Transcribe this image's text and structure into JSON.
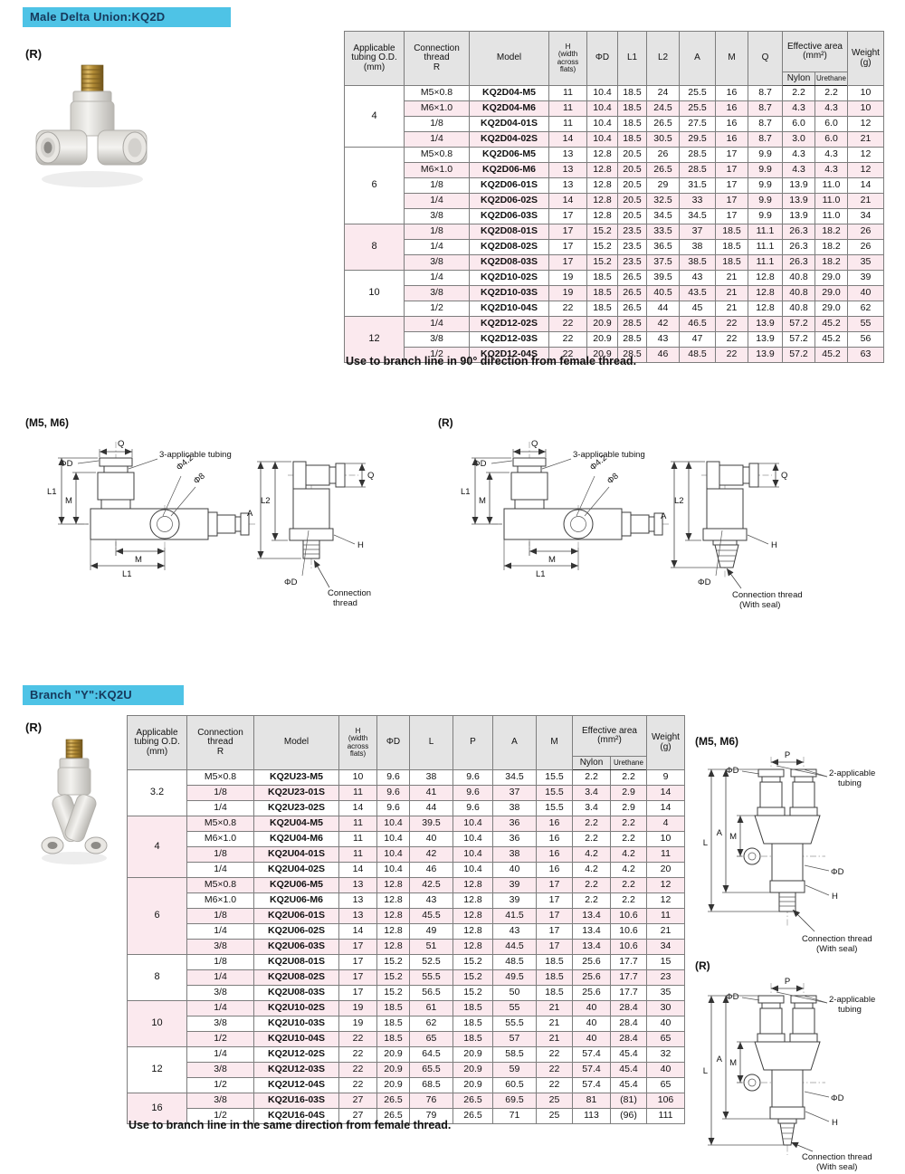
{
  "colors": {
    "title_bar": "#4ec3e6",
    "title_text": "#16395c",
    "header_bg": "#e4e4e4",
    "alt_row": "#fbe9ee"
  },
  "section1": {
    "title": "Male Delta Union:KQ2D",
    "variant_label": "(R)",
    "note": "Use to branch line in 90° direction from female thread.",
    "table": {
      "headers": {
        "tubing": "Applicable\ntubing O.D.\n(mm)",
        "thread": "Connection\nthread\nR",
        "model": "Model",
        "h": "H\n(width\nacross\nflats)",
        "phiD": "ΦD",
        "l1": "L1",
        "l2": "L2",
        "a": "A",
        "m": "M",
        "q": "Q",
        "area": "Effective area\n(mm²)",
        "nylon": "Nylon",
        "urethane": "Urethane",
        "weight": "Weight\n(g)"
      },
      "groups": [
        {
          "od": "4",
          "rows": [
            [
              "M5×0.8",
              "KQ2D04-M5",
              "11",
              "10.4",
              "18.5",
              "24",
              "25.5",
              "16",
              "8.7",
              "2.2",
              "2.2",
              "10"
            ],
            [
              "M6×1.0",
              "KQ2D04-M6",
              "11",
              "10.4",
              "18.5",
              "24.5",
              "25.5",
              "16",
              "8.7",
              "4.3",
              "4.3",
              "10"
            ],
            [
              "1/8",
              "KQ2D04-01S",
              "11",
              "10.4",
              "18.5",
              "26.5",
              "27.5",
              "16",
              "8.7",
              "6.0",
              "6.0",
              "12"
            ],
            [
              "1/4",
              "KQ2D04-02S",
              "14",
              "10.4",
              "18.5",
              "30.5",
              "29.5",
              "16",
              "8.7",
              "3.0",
              "6.0",
              "21"
            ]
          ]
        },
        {
          "od": "6",
          "rows": [
            [
              "M5×0.8",
              "KQ2D06-M5",
              "13",
              "12.8",
              "20.5",
              "26",
              "28.5",
              "17",
              "9.9",
              "4.3",
              "4.3",
              "12"
            ],
            [
              "M6×1.0",
              "KQ2D06-M6",
              "13",
              "12.8",
              "20.5",
              "26.5",
              "28.5",
              "17",
              "9.9",
              "4.3",
              "4.3",
              "12"
            ],
            [
              "1/8",
              "KQ2D06-01S",
              "13",
              "12.8",
              "20.5",
              "29",
              "31.5",
              "17",
              "9.9",
              "13.9",
              "11.0",
              "14"
            ],
            [
              "1/4",
              "KQ2D06-02S",
              "14",
              "12.8",
              "20.5",
              "32.5",
              "33",
              "17",
              "9.9",
              "13.9",
              "11.0",
              "21"
            ],
            [
              "3/8",
              "KQ2D06-03S",
              "17",
              "12.8",
              "20.5",
              "34.5",
              "34.5",
              "17",
              "9.9",
              "13.9",
              "11.0",
              "34"
            ]
          ]
        },
        {
          "od": "8",
          "rows": [
            [
              "1/8",
              "KQ2D08-01S",
              "17",
              "15.2",
              "23.5",
              "33.5",
              "37",
              "18.5",
              "11.1",
              "26.3",
              "18.2",
              "26"
            ],
            [
              "1/4",
              "KQ2D08-02S",
              "17",
              "15.2",
              "23.5",
              "36.5",
              "38",
              "18.5",
              "11.1",
              "26.3",
              "18.2",
              "26"
            ],
            [
              "3/8",
              "KQ2D08-03S",
              "17",
              "15.2",
              "23.5",
              "37.5",
              "38.5",
              "18.5",
              "11.1",
              "26.3",
              "18.2",
              "35"
            ]
          ]
        },
        {
          "od": "10",
          "rows": [
            [
              "1/4",
              "KQ2D10-02S",
              "19",
              "18.5",
              "26.5",
              "39.5",
              "43",
              "21",
              "12.8",
              "40.8",
              "29.0",
              "39"
            ],
            [
              "3/8",
              "KQ2D10-03S",
              "19",
              "18.5",
              "26.5",
              "40.5",
              "43.5",
              "21",
              "12.8",
              "40.8",
              "29.0",
              "40"
            ],
            [
              "1/2",
              "KQ2D10-04S",
              "22",
              "18.5",
              "26.5",
              "44",
              "45",
              "21",
              "12.8",
              "40.8",
              "29.0",
              "62"
            ]
          ]
        },
        {
          "od": "12",
          "rows": [
            [
              "1/4",
              "KQ2D12-02S",
              "22",
              "20.9",
              "28.5",
              "42",
              "46.5",
              "22",
              "13.9",
              "57.2",
              "45.2",
              "55"
            ],
            [
              "3/8",
              "KQ2D12-03S",
              "22",
              "20.9",
              "28.5",
              "43",
              "47",
              "22",
              "13.9",
              "57.2",
              "45.2",
              "56"
            ],
            [
              "1/2",
              "KQ2D12-04S",
              "22",
              "20.9",
              "28.5",
              "46",
              "48.5",
              "22",
              "13.9",
              "57.2",
              "45.2",
              "63"
            ]
          ]
        }
      ]
    },
    "diagrams": {
      "m5_label": "(M5, M6)",
      "r_label": "(R)",
      "labels": {
        "q": "Q",
        "tubing3": "3-applicable tubing",
        "phiD": "ΦD",
        "phi8": "Φ8",
        "phi42": "Φ4.2",
        "l1": "L1",
        "l2": "L2",
        "a": "A",
        "m": "M",
        "h": "H",
        "conn1": "Connection",
        "conn2": "thread",
        "conn_full": "Connection thread",
        "with_seal": "(With seal)"
      }
    }
  },
  "section2": {
    "title": "Branch \"Y\":KQ2U",
    "variant_label": "(R)",
    "note": "Use to branch line in the same direction from female thread.",
    "table": {
      "headers": {
        "tubing": "Applicable\ntubing O.D.\n(mm)",
        "thread": "Connection\nthread\nR",
        "model": "Model",
        "h": "H\n(width\nacross\nflats)",
        "phiD": "ΦD",
        "l": "L",
        "p": "P",
        "a": "A",
        "m": "M",
        "area": "Effective area\n(mm²)",
        "nylon": "Nylon",
        "urethane": "Urethane",
        "weight": "Weight\n(g)"
      },
      "groups": [
        {
          "od": "3.2",
          "rows": [
            [
              "M5×0.8",
              "KQ2U23-M5",
              "10",
              "9.6",
              "38",
              "9.6",
              "34.5",
              "15.5",
              "2.2",
              "2.2",
              "9"
            ],
            [
              "1/8",
              "KQ2U23-01S",
              "11",
              "9.6",
              "41",
              "9.6",
              "37",
              "15.5",
              "3.4",
              "2.9",
              "14"
            ],
            [
              "1/4",
              "KQ2U23-02S",
              "14",
              "9.6",
              "44",
              "9.6",
              "38",
              "15.5",
              "3.4",
              "2.9",
              "14"
            ]
          ]
        },
        {
          "od": "4",
          "rows": [
            [
              "M5×0.8",
              "KQ2U04-M5",
              "11",
              "10.4",
              "39.5",
              "10.4",
              "36",
              "16",
              "2.2",
              "2.2",
              "4"
            ],
            [
              "M6×1.0",
              "KQ2U04-M6",
              "11",
              "10.4",
              "40",
              "10.4",
              "36",
              "16",
              "2.2",
              "2.2",
              "10"
            ],
            [
              "1/8",
              "KQ2U04-01S",
              "11",
              "10.4",
              "42",
              "10.4",
              "38",
              "16",
              "4.2",
              "4.2",
              "11"
            ],
            [
              "1/4",
              "KQ2U04-02S",
              "14",
              "10.4",
              "46",
              "10.4",
              "40",
              "16",
              "4.2",
              "4.2",
              "20"
            ]
          ]
        },
        {
          "od": "6",
          "rows": [
            [
              "M5×0.8",
              "KQ2U06-M5",
              "13",
              "12.8",
              "42.5",
              "12.8",
              "39",
              "17",
              "2.2",
              "2.2",
              "12"
            ],
            [
              "M6×1.0",
              "KQ2U06-M6",
              "13",
              "12.8",
              "43",
              "12.8",
              "39",
              "17",
              "2.2",
              "2.2",
              "12"
            ],
            [
              "1/8",
              "KQ2U06-01S",
              "13",
              "12.8",
              "45.5",
              "12.8",
              "41.5",
              "17",
              "13.4",
              "10.6",
              "11"
            ],
            [
              "1/4",
              "KQ2U06-02S",
              "14",
              "12.8",
              "49",
              "12.8",
              "43",
              "17",
              "13.4",
              "10.6",
              "21"
            ],
            [
              "3/8",
              "KQ2U06-03S",
              "17",
              "12.8",
              "51",
              "12.8",
              "44.5",
              "17",
              "13.4",
              "10.6",
              "34"
            ]
          ]
        },
        {
          "od": "8",
          "rows": [
            [
              "1/8",
              "KQ2U08-01S",
              "17",
              "15.2",
              "52.5",
              "15.2",
              "48.5",
              "18.5",
              "25.6",
              "17.7",
              "15"
            ],
            [
              "1/4",
              "KQ2U08-02S",
              "17",
              "15.2",
              "55.5",
              "15.2",
              "49.5",
              "18.5",
              "25.6",
              "17.7",
              "23"
            ],
            [
              "3/8",
              "KQ2U08-03S",
              "17",
              "15.2",
              "56.5",
              "15.2",
              "50",
              "18.5",
              "25.6",
              "17.7",
              "35"
            ]
          ]
        },
        {
          "od": "10",
          "rows": [
            [
              "1/4",
              "KQ2U10-02S",
              "19",
              "18.5",
              "61",
              "18.5",
              "55",
              "21",
              "40",
              "28.4",
              "30"
            ],
            [
              "3/8",
              "KQ2U10-03S",
              "19",
              "18.5",
              "62",
              "18.5",
              "55.5",
              "21",
              "40",
              "28.4",
              "40"
            ],
            [
              "1/2",
              "KQ2U10-04S",
              "22",
              "18.5",
              "65",
              "18.5",
              "57",
              "21",
              "40",
              "28.4",
              "65"
            ]
          ]
        },
        {
          "od": "12",
          "rows": [
            [
              "1/4",
              "KQ2U12-02S",
              "22",
              "20.9",
              "64.5",
              "20.9",
              "58.5",
              "22",
              "57.4",
              "45.4",
              "32"
            ],
            [
              "3/8",
              "KQ2U12-03S",
              "22",
              "20.9",
              "65.5",
              "20.9",
              "59",
              "22",
              "57.4",
              "45.4",
              "40"
            ],
            [
              "1/2",
              "KQ2U12-04S",
              "22",
              "20.9",
              "68.5",
              "20.9",
              "60.5",
              "22",
              "57.4",
              "45.4",
              "65"
            ]
          ]
        },
        {
          "od": "16",
          "rows": [
            [
              "3/8",
              "KQ2U16-03S",
              "27",
              "26.5",
              "76",
              "26.5",
              "69.5",
              "25",
              "81",
              "(81)",
              "106"
            ],
            [
              "1/2",
              "KQ2U16-04S",
              "27",
              "26.5",
              "79",
              "26.5",
              "71",
              "25",
              "113",
              "(96)",
              "111"
            ]
          ]
        }
      ]
    },
    "diagrams": {
      "m5_label": "(M5, M6)",
      "r_label": "(R)",
      "labels": {
        "p": "P",
        "tubing2a": "2-applicable",
        "tubing2b": "tubing",
        "phiD": "ΦD",
        "l": "L",
        "a": "A",
        "m": "M",
        "h": "H",
        "conn": "Connection thread",
        "with_seal": "(With seal)"
      }
    }
  }
}
